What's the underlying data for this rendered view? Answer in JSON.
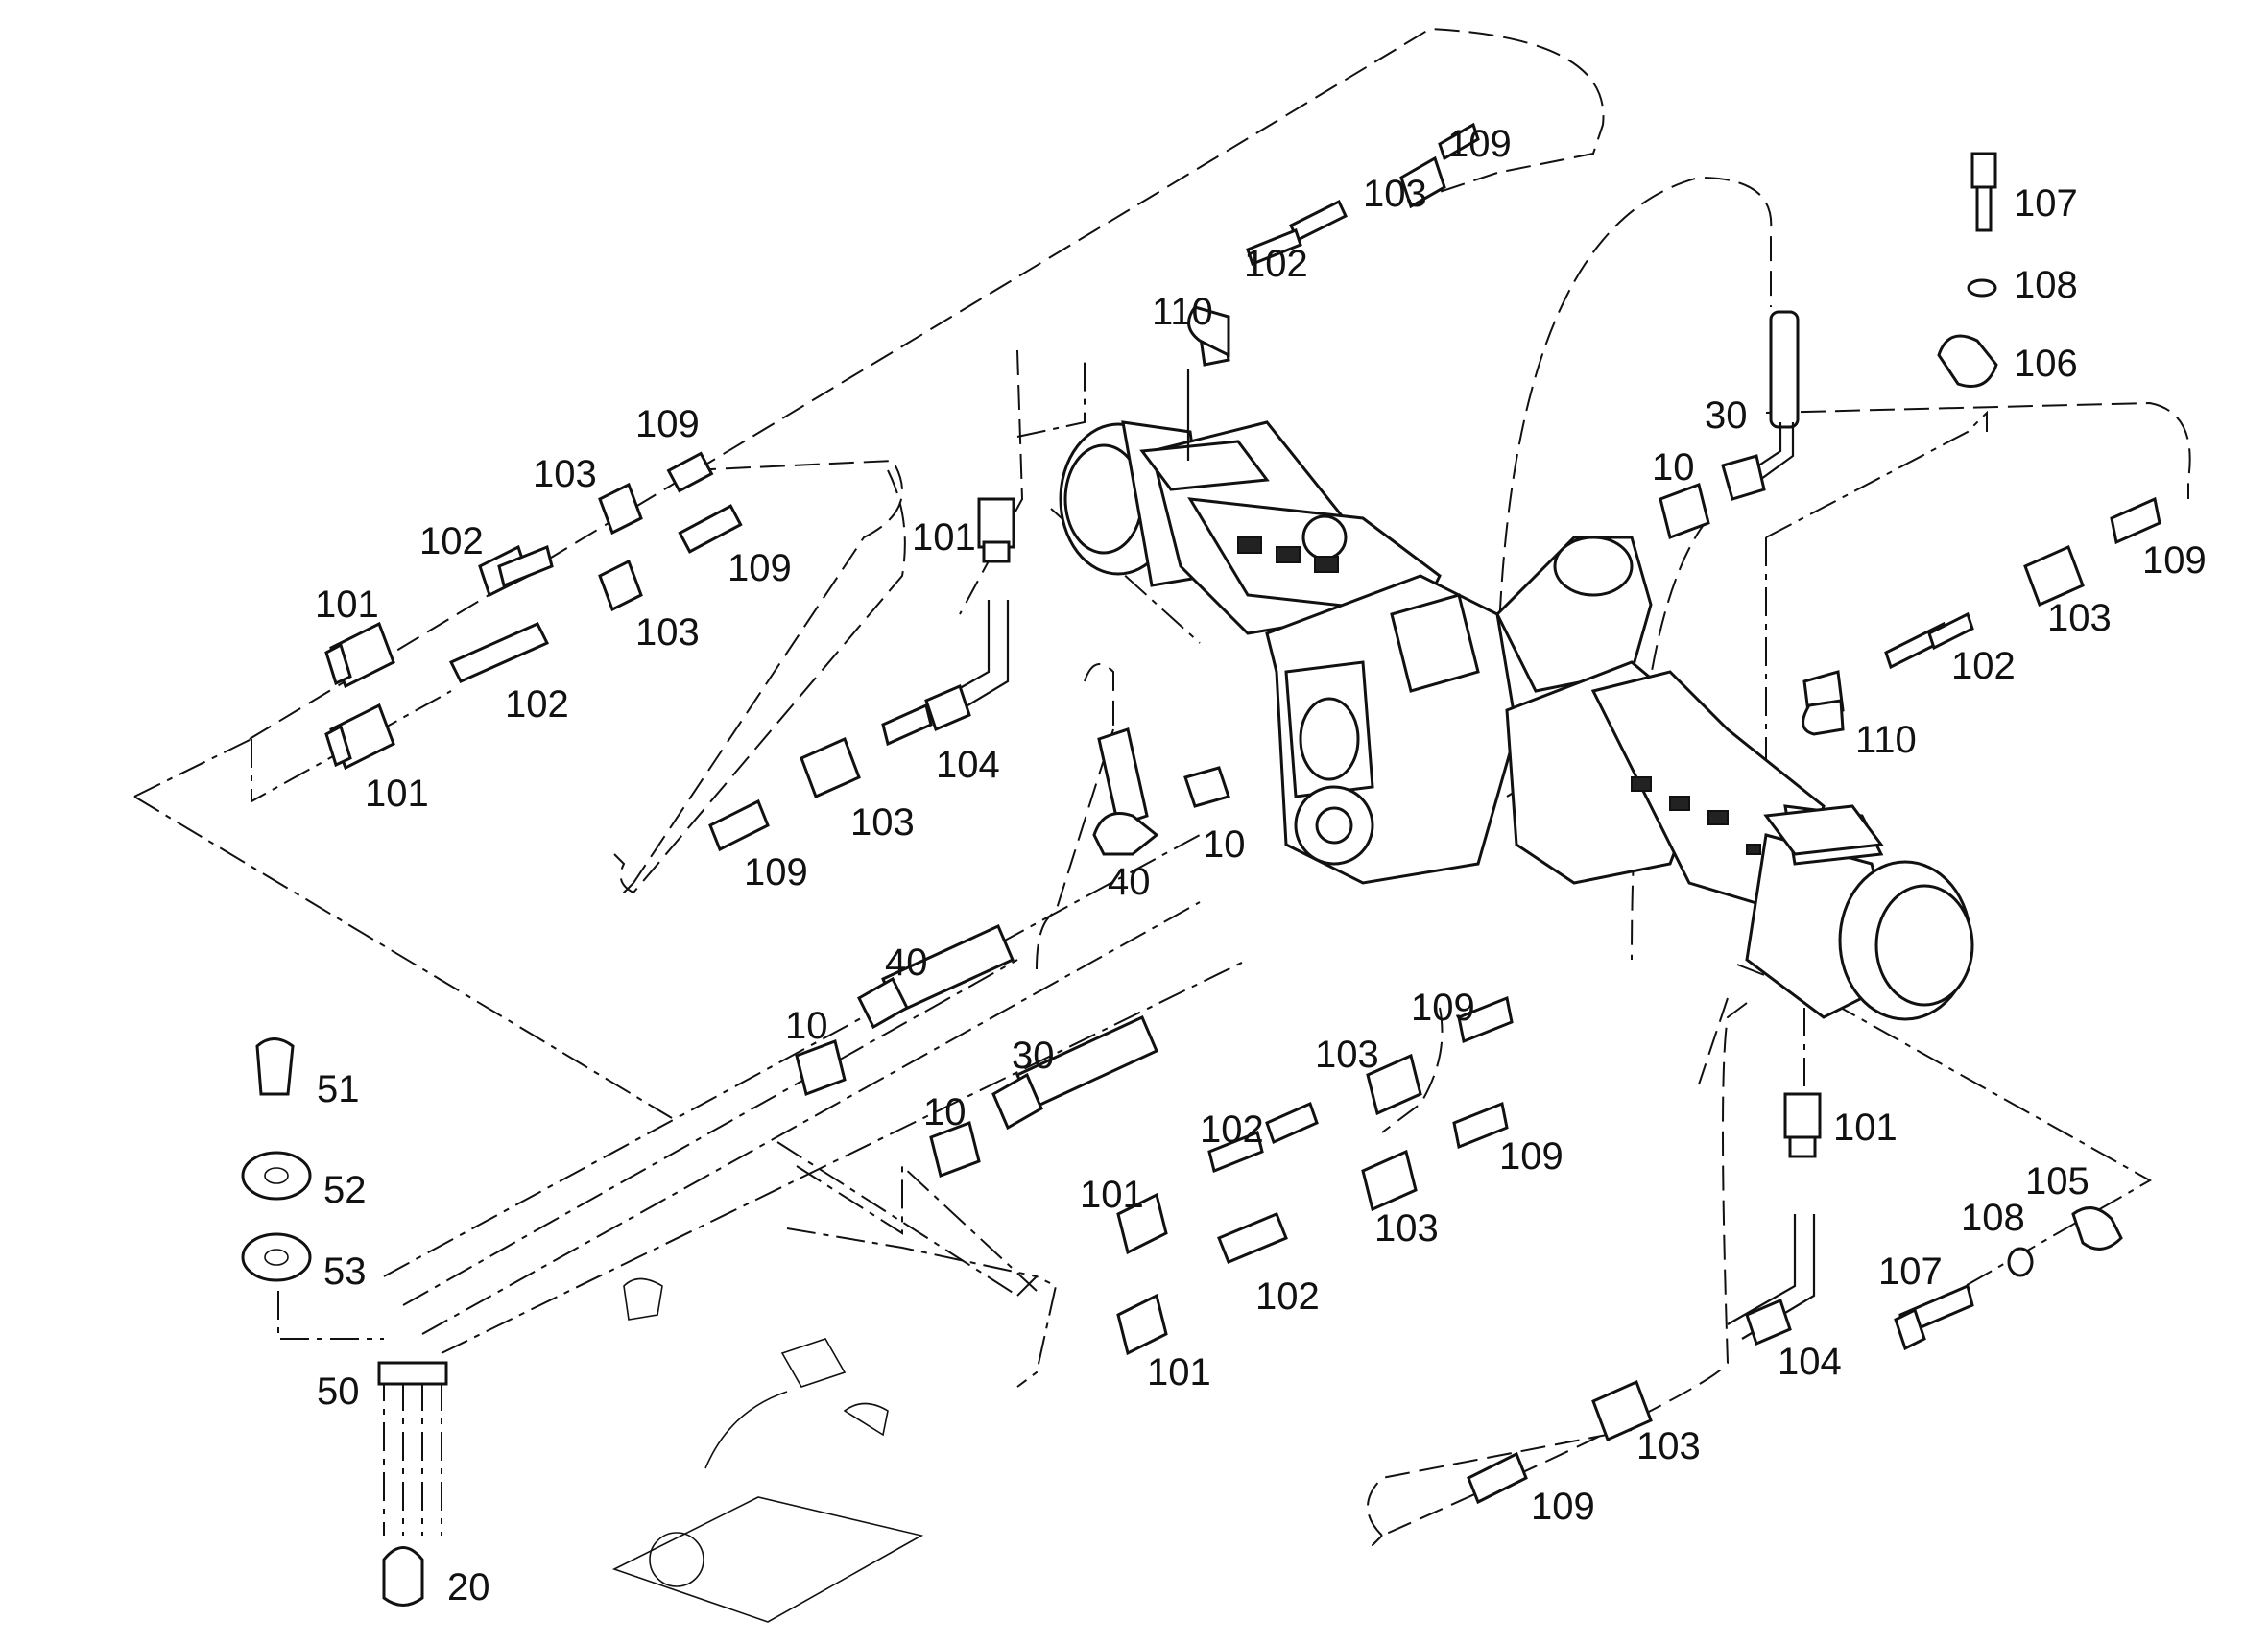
{
  "labels": [
    {
      "id": "lbl-109-a",
      "text": "109"
    },
    {
      "id": "lbl-103-a",
      "text": "103"
    },
    {
      "id": "lbl-102-a",
      "text": "102"
    },
    {
      "id": "lbl-110-a",
      "text": "110"
    },
    {
      "id": "lbl-107-a",
      "text": "107"
    },
    {
      "id": "lbl-108-a",
      "text": "108"
    },
    {
      "id": "lbl-106",
      "text": "106"
    },
    {
      "id": "lbl-30-a",
      "text": "30"
    },
    {
      "id": "lbl-10-a",
      "text": "10"
    },
    {
      "id": "lbl-109-b",
      "text": "109"
    },
    {
      "id": "lbl-103-b",
      "text": "103"
    },
    {
      "id": "lbl-109-c",
      "text": "109"
    },
    {
      "id": "lbl-103-c",
      "text": "103"
    },
    {
      "id": "lbl-102-b",
      "text": "102"
    },
    {
      "id": "lbl-101-a",
      "text": "101"
    },
    {
      "id": "lbl-101-b",
      "text": "101"
    },
    {
      "id": "lbl-102-c",
      "text": "102"
    },
    {
      "id": "lbl-101-c",
      "text": "101"
    },
    {
      "id": "lbl-109-d",
      "text": "109"
    },
    {
      "id": "lbl-103-d",
      "text": "103"
    },
    {
      "id": "lbl-102-d",
      "text": "102"
    },
    {
      "id": "lbl-110-b",
      "text": "110"
    },
    {
      "id": "lbl-104-a",
      "text": "104"
    },
    {
      "id": "lbl-103-e",
      "text": "103"
    },
    {
      "id": "lbl-109-e",
      "text": "109"
    },
    {
      "id": "lbl-40-a",
      "text": "40"
    },
    {
      "id": "lbl-10-b",
      "text": "10"
    },
    {
      "id": "lbl-40-b",
      "text": "40"
    },
    {
      "id": "lbl-10-c",
      "text": "10"
    },
    {
      "id": "lbl-30-b",
      "text": "30"
    },
    {
      "id": "lbl-10-d",
      "text": "10"
    },
    {
      "id": "lbl-109-f",
      "text": "109"
    },
    {
      "id": "lbl-103-f",
      "text": "103"
    },
    {
      "id": "lbl-102-e",
      "text": "102"
    },
    {
      "id": "lbl-101-d",
      "text": "101"
    },
    {
      "id": "lbl-109-g",
      "text": "109"
    },
    {
      "id": "lbl-103-g",
      "text": "103"
    },
    {
      "id": "lbl-102-f",
      "text": "102"
    },
    {
      "id": "lbl-101-e",
      "text": "101"
    },
    {
      "id": "lbl-101-f",
      "text": "101"
    },
    {
      "id": "lbl-105",
      "text": "105"
    },
    {
      "id": "lbl-108-b",
      "text": "108"
    },
    {
      "id": "lbl-107-b",
      "text": "107"
    },
    {
      "id": "lbl-104-b",
      "text": "104"
    },
    {
      "id": "lbl-103-h",
      "text": "103"
    },
    {
      "id": "lbl-109-h",
      "text": "109"
    },
    {
      "id": "lbl-51",
      "text": "51"
    },
    {
      "id": "lbl-52",
      "text": "52"
    },
    {
      "id": "lbl-53",
      "text": "53"
    },
    {
      "id": "lbl-50",
      "text": "50"
    },
    {
      "id": "lbl-20",
      "text": "20"
    }
  ]
}
